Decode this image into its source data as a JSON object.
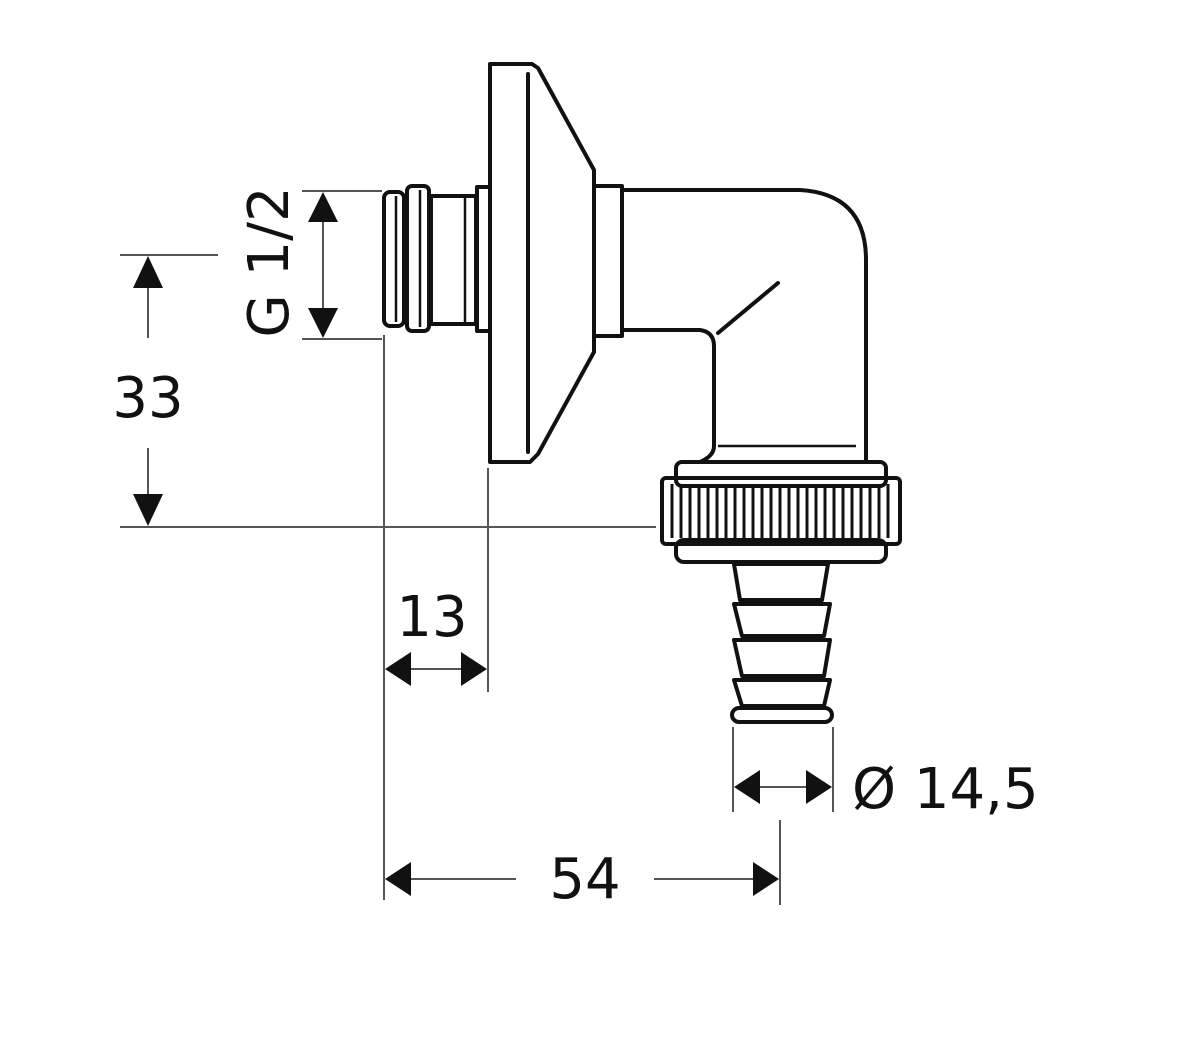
{
  "drawing": {
    "subject": "Wall elbow hose connector with G 1/2 thread and hose barb",
    "colors": {
      "line": "#111111",
      "dimension_line": "#555555",
      "background": "#ffffff"
    }
  },
  "dimensions": {
    "thread_label": "G 1/2",
    "height_label": "33",
    "thread_length_label": "13",
    "overall_width_label": "54",
    "barb_diameter_label": "Ø 14,5"
  }
}
